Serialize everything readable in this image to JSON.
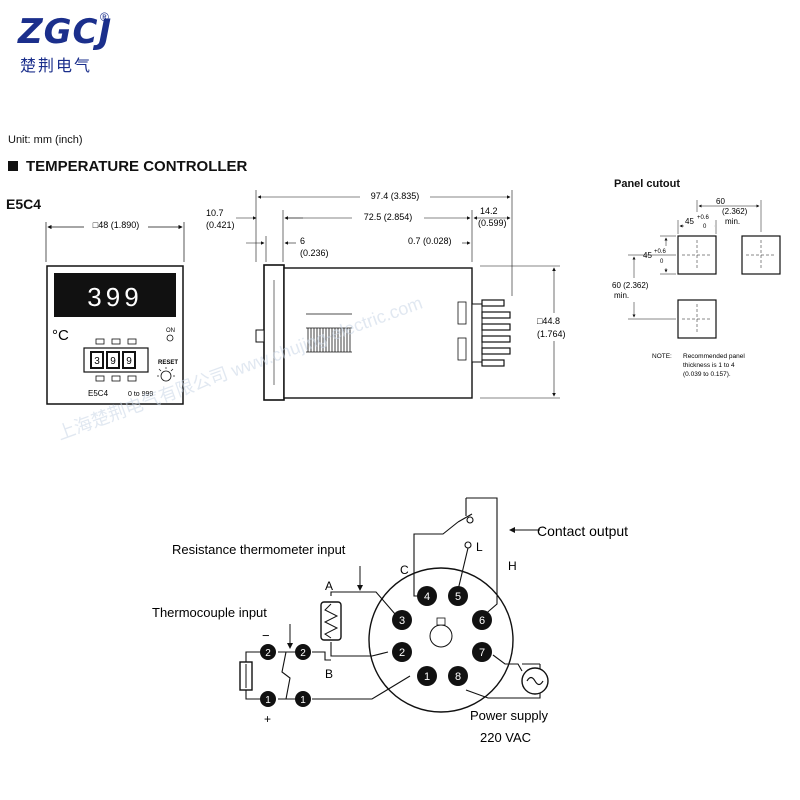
{
  "logo": {
    "brand": "ZGCJ",
    "registered": "®",
    "subtitle": "楚荆电气"
  },
  "header": {
    "unit": "Unit:  mm (inch)",
    "title": "TEMPERATURE CONTROLLER",
    "model": "E5C4"
  },
  "front_view": {
    "width_dim": "□48 (1.890)",
    "display_value": "399",
    "unit_symbol": "°C",
    "on_label": "ON",
    "digits": [
      "3",
      "9",
      "9"
    ],
    "reset_label": "RESET",
    "model_label": "E5C4",
    "range_label": "0  to 999"
  },
  "side_view": {
    "total_length": "97.4 (3.835)",
    "body_length": "72.5 (2.854)",
    "pin_length": "14.2",
    "pin_length_in": "(0.599)",
    "bezel": "10.7",
    "bezel_in": "(0.421)",
    "flange": "6",
    "flange_in": "(0.236)",
    "gap": "0.7 (0.028)",
    "height": "□44.8",
    "height_in": "(1.764)"
  },
  "panel_cutout": {
    "title": "Panel cutout",
    "spacing": "60",
    "spacing_in": "(2.362)",
    "spacing_min": "min.",
    "hole_w": "45",
    "hole_tol_top": "+0.6",
    "hole_tol_bot": "0",
    "hole_h": "45",
    "hole_h_tol_top": "+0.6",
    "hole_h_tol_bot": "0",
    "v_spacing": "60 (2.362)",
    "v_spacing_min": "min.",
    "note_label": "NOTE:",
    "note_line1": "Recommended panel",
    "note_line2": "thickness is 1 to 4",
    "note_line3": "(0.039 to 0.157)."
  },
  "wiring": {
    "contact_output": "Contact output",
    "resistance_input": "Resistance thermometer input",
    "thermocouple_input": "Thermocouple input",
    "power_supply": "Power supply",
    "voltage": "220 VAC",
    "label_c": "C",
    "label_l": "L",
    "label_h": "H",
    "label_a": "A",
    "label_b": "B",
    "minus": "−",
    "plus": "+",
    "pins": [
      "1",
      "2",
      "3",
      "4",
      "5",
      "6",
      "7",
      "8"
    ],
    "tc_terminal_top": "2",
    "tc_terminal_bot": "1",
    "tc_terminal_top_b": "2",
    "tc_terminal_bot_b": "1"
  },
  "watermark": "上海楚荆电气有限公司 www.chujing-electric.com"
}
